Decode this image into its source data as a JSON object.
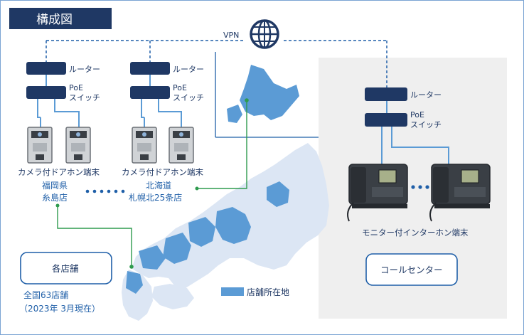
{
  "title": "構成図",
  "vpn_label": "VPN",
  "router_label": "ルーター",
  "poe_line1": "PoE",
  "poe_line2": "スイッチ",
  "door_terminal_label": "カメラ付ドアホン端末",
  "store_fukuoka_line1": "福岡県",
  "store_fukuoka_line2": "糸島店",
  "store_hokkaido_line1": "北海道",
  "store_hokkaido_line2": "札幌北25条店",
  "monitor_terminal_label": "モニター付インターホン端末",
  "stores_box_label": "各店舗",
  "callcenter_box_label": "コールセンター",
  "store_count": "全国63店舗",
  "as_of": "（2023年 3月現在）",
  "legend_label": "店舗所在地",
  "colors": {
    "navy": "#1f3864",
    "accent_blue": "#1f5fa8",
    "map_blue": "#5b9bd5",
    "map_light": "#dce6f4",
    "green": "#2e9b4e",
    "callcenter_bg": "#efefef"
  }
}
